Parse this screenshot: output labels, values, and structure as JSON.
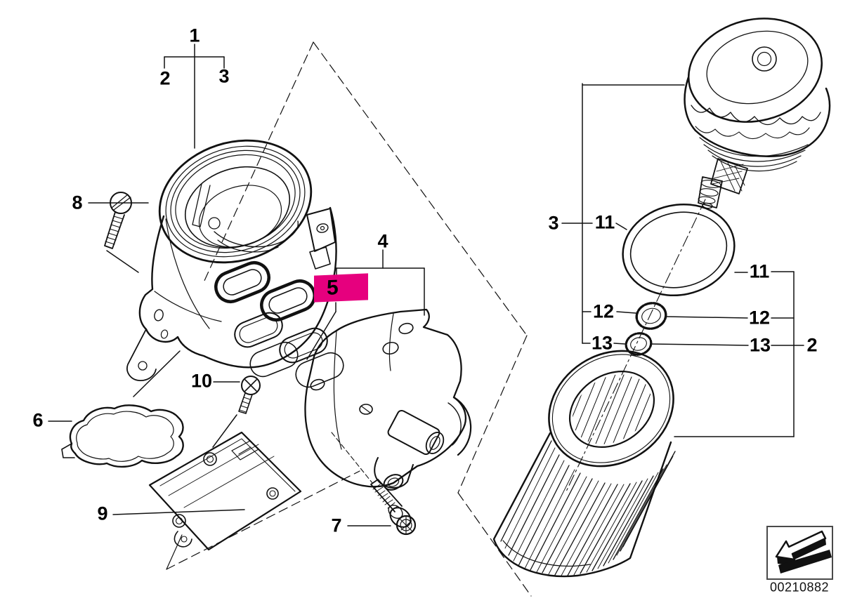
{
  "callouts": {
    "left": {
      "n1": "1",
      "n2": "2",
      "n3": "3",
      "n4": "4",
      "n5": "5",
      "n6": "6",
      "n7": "7",
      "n8": "8",
      "n9": "9",
      "n10": "10"
    },
    "right": {
      "n3": "3",
      "n11_inner": "11",
      "n11_outer": "11",
      "n12_inner": "12",
      "n12_outer": "12",
      "n13_inner": "13",
      "n13_outer": "13",
      "n2": "2"
    }
  },
  "highlight": {
    "selected_callout": "5",
    "color": "#E6007E"
  },
  "footer": {
    "diagram_number": "00210882",
    "icon": "direction-arrow-icon"
  },
  "colors": {
    "line": "#111111",
    "background": "#FFFFFF",
    "code_text": "#111111"
  }
}
